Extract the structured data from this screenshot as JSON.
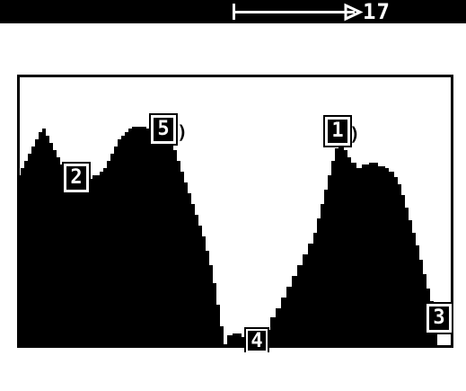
{
  "header": {
    "range_value": "17",
    "arrow_icon": "range-arrow-icon"
  },
  "terrain": {
    "fill_color": "#000000",
    "background_color": "#ffffff"
  },
  "markers": [
    {
      "label": "2"
    },
    {
      "label": "5"
    },
    {
      "label": "1"
    },
    {
      "label": "4"
    },
    {
      "label": "3"
    }
  ],
  "colors": {
    "ink": "#000000",
    "paper": "#ffffff"
  }
}
